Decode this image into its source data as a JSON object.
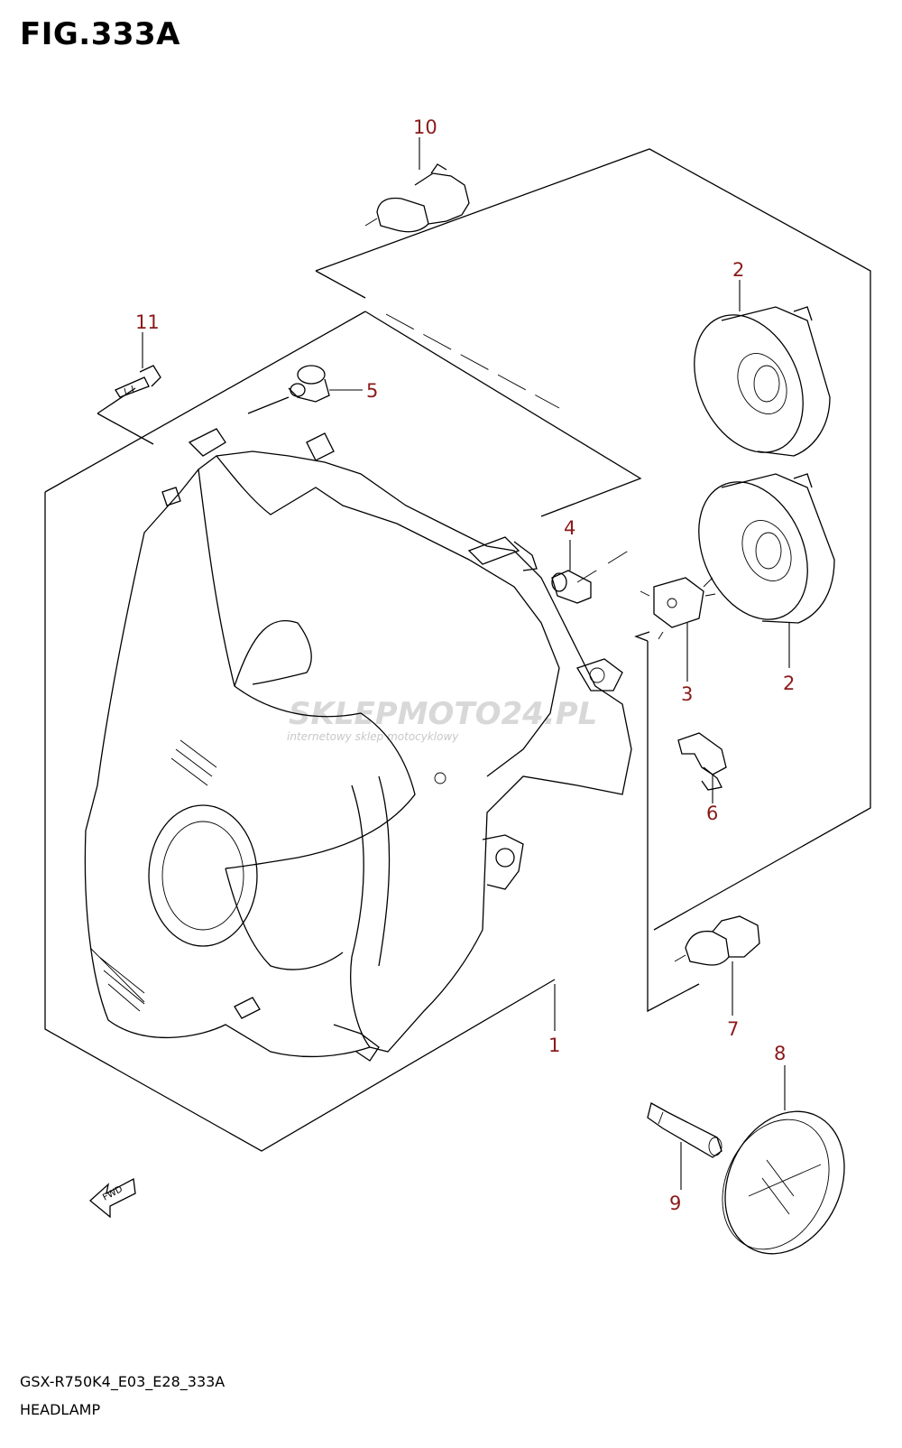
{
  "figure": {
    "title": "FIG.333A",
    "model_code": "GSX-R750K4_E03_E28_333A",
    "caption": "HEADLAMP"
  },
  "watermark": {
    "brand": "SKLEPMOTO24.PL",
    "tagline": "internetowy sklep motocyklowy"
  },
  "direction_label": "FWD",
  "callouts": [
    {
      "id": "c1",
      "label": "1"
    },
    {
      "id": "c2a",
      "label": "2"
    },
    {
      "id": "c2b",
      "label": "2"
    },
    {
      "id": "c3",
      "label": "3"
    },
    {
      "id": "c4",
      "label": "4"
    },
    {
      "id": "c5",
      "label": "5"
    },
    {
      "id": "c6",
      "label": "6"
    },
    {
      "id": "c7",
      "label": "7"
    },
    {
      "id": "c8",
      "label": "8"
    },
    {
      "id": "c9",
      "label": "9"
    },
    {
      "id": "c10",
      "label": "10"
    },
    {
      "id": "c11",
      "label": "11"
    }
  ],
  "colors": {
    "callout": "#8b1a1a",
    "line": "#000000",
    "watermark": "#d8d8d8"
  }
}
